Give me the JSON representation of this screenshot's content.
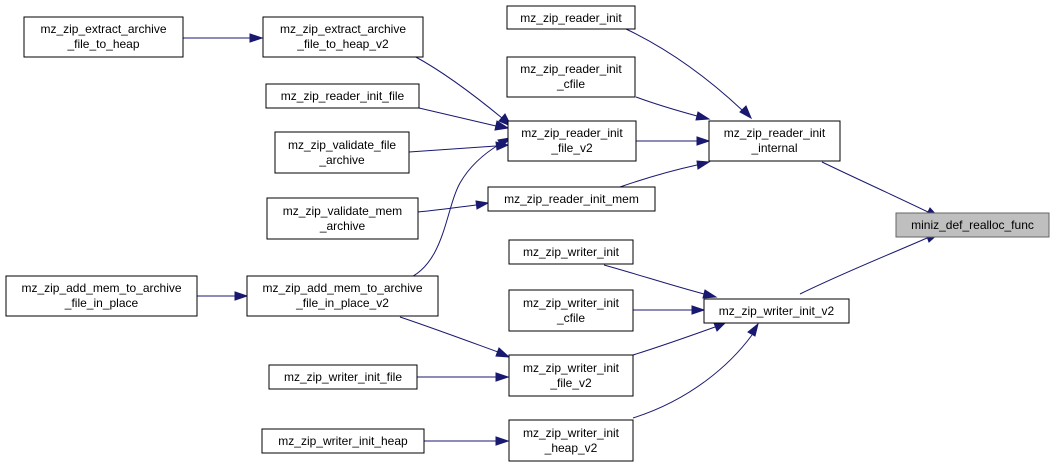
{
  "diagram": {
    "title": "",
    "colors": {
      "edge": "#191970",
      "node_fill": "#ffffff",
      "node_border": "#000000",
      "highlight_fill": "#bfbfbf"
    },
    "nodes": {
      "extract_to_heap": [
        "mz_zip_extract_archive",
        "_file_to_heap"
      ],
      "extract_to_heap_v2": [
        "mz_zip_extract_archive",
        "_file_to_heap_v2"
      ],
      "reader_init": [
        "mz_zip_reader_init"
      ],
      "reader_init_cfile": [
        "mz_zip_reader_init",
        "_cfile"
      ],
      "reader_init_file": [
        "mz_zip_reader_init_file"
      ],
      "validate_file_archive": [
        "mz_zip_validate_file",
        "_archive"
      ],
      "reader_init_file_v2": [
        "mz_zip_reader_init",
        "_file_v2"
      ],
      "reader_init_internal": [
        "mz_zip_reader_init",
        "_internal"
      ],
      "reader_init_mem": [
        "mz_zip_reader_init_mem"
      ],
      "validate_mem_archive": [
        "mz_zip_validate_mem",
        "_archive"
      ],
      "def_realloc_func": [
        "miniz_def_realloc_func"
      ],
      "add_mem_in_place": [
        "mz_zip_add_mem_to_archive",
        "_file_in_place"
      ],
      "add_mem_in_place_v2": [
        "mz_zip_add_mem_to_archive",
        "_file_in_place_v2"
      ],
      "writer_init": [
        "mz_zip_writer_init"
      ],
      "writer_init_cfile": [
        "mz_zip_writer_init",
        "_cfile"
      ],
      "writer_init_v2": [
        "mz_zip_writer_init_v2"
      ],
      "writer_init_file": [
        "mz_zip_writer_init_file"
      ],
      "writer_init_file_v2": [
        "mz_zip_writer_init",
        "_file_v2"
      ],
      "writer_init_heap": [
        "mz_zip_writer_init_heap"
      ],
      "writer_init_heap_v2": [
        "mz_zip_writer_init",
        "_heap_v2"
      ]
    },
    "edges": [
      [
        "extract_to_heap",
        "extract_to_heap_v2"
      ],
      [
        "extract_to_heap_v2",
        "reader_init_file_v2"
      ],
      [
        "reader_init_file",
        "reader_init_file_v2"
      ],
      [
        "validate_file_archive",
        "reader_init_file_v2"
      ],
      [
        "reader_init",
        "reader_init_internal"
      ],
      [
        "reader_init_cfile",
        "reader_init_internal"
      ],
      [
        "reader_init_file_v2",
        "reader_init_internal"
      ],
      [
        "reader_init_mem",
        "reader_init_internal"
      ],
      [
        "validate_mem_archive",
        "reader_init_mem"
      ],
      [
        "add_mem_in_place_v2",
        "reader_init_file_v2"
      ],
      [
        "add_mem_in_place",
        "add_mem_in_place_v2"
      ],
      [
        "add_mem_in_place_v2",
        "writer_init_file_v2"
      ],
      [
        "reader_init_internal",
        "def_realloc_func"
      ],
      [
        "writer_init_v2",
        "def_realloc_func"
      ],
      [
        "writer_init",
        "writer_init_v2"
      ],
      [
        "writer_init_cfile",
        "writer_init_v2"
      ],
      [
        "writer_init_file_v2",
        "writer_init_v2"
      ],
      [
        "writer_init_heap_v2",
        "writer_init_v2"
      ],
      [
        "writer_init_file",
        "writer_init_file_v2"
      ],
      [
        "writer_init_heap",
        "writer_init_heap_v2"
      ]
    ]
  }
}
